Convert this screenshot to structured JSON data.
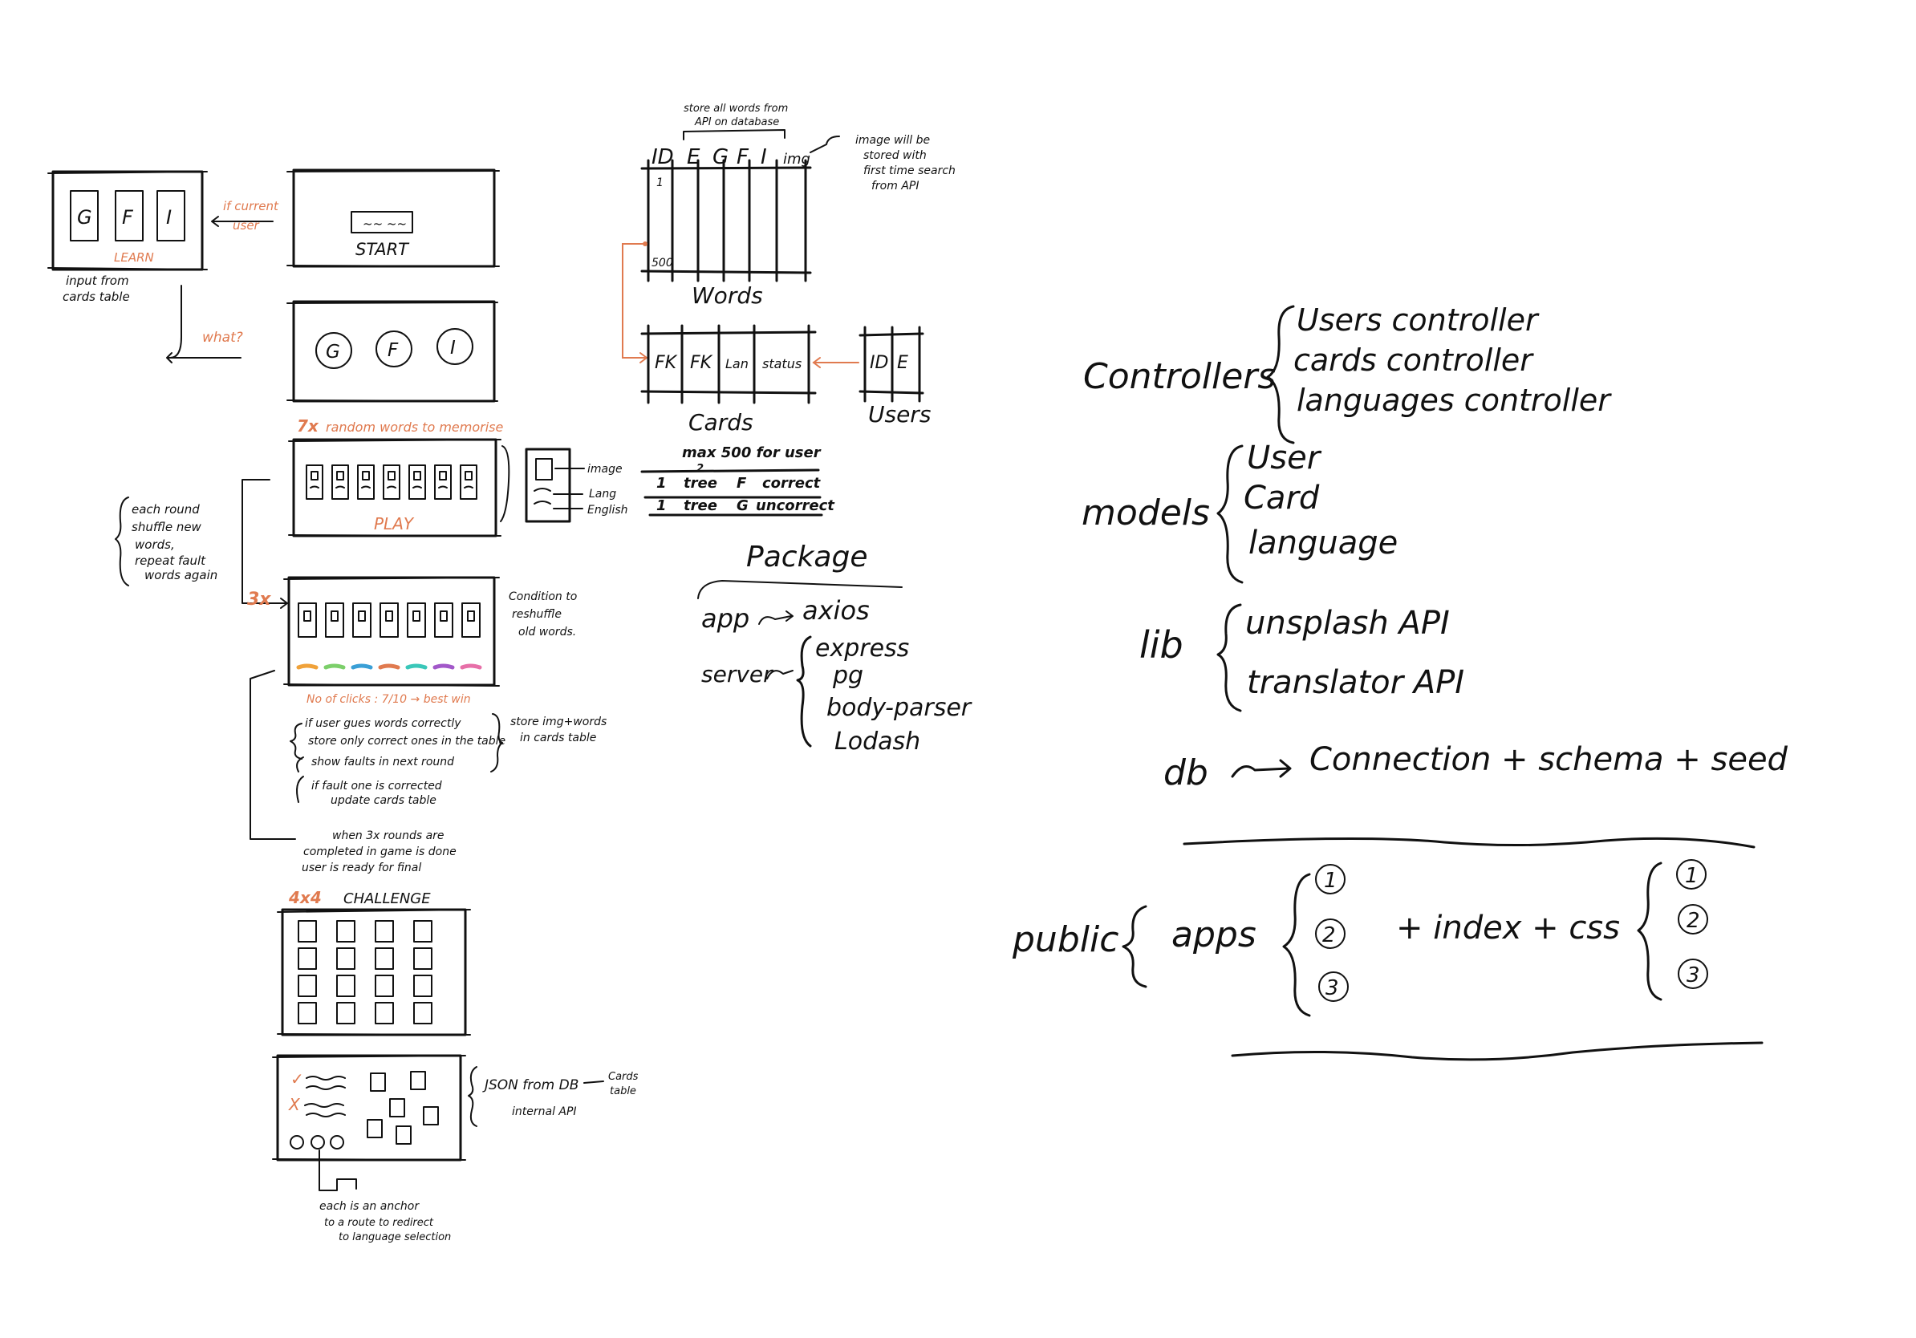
{
  "learn_screen": {
    "cards": [
      "G",
      "F",
      "I"
    ],
    "label": "LEARN",
    "note_line1": "input from",
    "note_line2": "cards table"
  },
  "start_screen": {
    "label": "START",
    "button_text": "~~ ~~",
    "arrow_note_line1": "if current",
    "arrow_note_line2": "user"
  },
  "choose_screen": {
    "circles": [
      "G",
      "F",
      "I"
    ],
    "arrow_note": "what?"
  },
  "play_screen": {
    "header_count": "7x",
    "header_text": "random words to memorise",
    "label": "PLAY",
    "card_image": "image",
    "card_lang": "Lang",
    "card_english": "English"
  },
  "round_note": {
    "lines": [
      "each round",
      "shuffle new",
      "words,",
      "repeat fault",
      "words again"
    ],
    "repeat": "3x"
  },
  "colour_screen": {
    "condition_line1": "Condition to",
    "condition_line2": "reshuffle",
    "condition_line3": "old words.",
    "clicks": "No of clicks : 7/10 → best win",
    "card_colors": [
      "#a58bd6",
      "#f0c06a",
      "#7ccf6a",
      "#f0a23a",
      "#3a7fd6",
      "#f4a8a8",
      "#e07a4f"
    ],
    "dash_colors": [
      "#f0a23a",
      "#7ccf6a",
      "#3a9fd6",
      "#e07a4f",
      "#3ac7b9",
      "#a258c9",
      "#e76fa8"
    ]
  },
  "rules": {
    "r1": "if user gues words correctly",
    "r2": "store only correct ones in the table",
    "r3": "show faults in next round",
    "r4_line1": "if fault one is corrected",
    "r4_line2": "update cards table",
    "store_line1": "store img+words",
    "store_line2": "in cards table",
    "done_line1": "when 3x rounds are",
    "done_line2": "completed in game is done",
    "done_line3": "user is ready for final"
  },
  "challenge": {
    "prefix": "4x4",
    "title": "CHALLENGE",
    "tile_colors": [
      "#b9c6e8",
      "#f4b8a8",
      "#e8a8c6",
      "#b8e0c0",
      "#f0d088",
      "",
      "#d8b8e8",
      "#b8e0e8",
      "",
      "",
      "",
      "#f4d098",
      "#a8c8f0",
      "#c8e8a8",
      "#f4c0a8",
      ""
    ]
  },
  "final_screen": {
    "check": "✓",
    "cross": "X",
    "json_note": "JSON from DB",
    "cards_table_line1": "Cards",
    "cards_table_line2": "table",
    "internal_api": "internal API",
    "anchor_line1": "each is an anchor",
    "anchor_line2": "to a route to redirect",
    "anchor_line3": "to language selection"
  },
  "words_table": {
    "top_note_line1": "store all words from",
    "top_note_line2": "API on database",
    "columns": [
      "ID",
      "E",
      "G",
      "F",
      "I",
      "img"
    ],
    "row_first": "1",
    "row_last": "500",
    "name": "Words",
    "img_note_line1": "image will be",
    "img_note_line2": "stored with",
    "img_note_line3": "first time search",
    "img_note_line4": "from API"
  },
  "cards_table": {
    "columns": [
      "FK",
      "FK",
      "Lan",
      "status"
    ],
    "name": "Cards",
    "max_note": "max 500 for user",
    "row1": {
      "id": "1",
      "key": "2",
      "lang": "F",
      "status": "correct",
      "sup": "2"
    },
    "row1_text": "tree",
    "row2": {
      "id": "1",
      "lang": "G",
      "status": "uncorrect"
    },
    "row2_text": "tree"
  },
  "users_table": {
    "columns": [
      "ID",
      "E"
    ],
    "name": "Users"
  },
  "package": {
    "title": "Package",
    "app": "app",
    "app_dep": "axios",
    "server": "server",
    "server_deps": [
      "express",
      "pg",
      "body-parser",
      "Lodash"
    ]
  },
  "structure": {
    "controllers": {
      "label": "Controllers",
      "items": [
        "Users controller",
        "cards controller",
        "languages controller"
      ]
    },
    "models": {
      "label": "models",
      "items": [
        "User",
        "Card",
        "language"
      ]
    },
    "lib": {
      "label": "lib",
      "items": [
        "unsplash API",
        "translator API"
      ]
    },
    "db": {
      "label": "db",
      "text": "Connection + schema + seed"
    },
    "public": {
      "label": "public",
      "apps": "apps",
      "app_items": [
        "1",
        "2",
        "3"
      ],
      "middle": "+ index + css",
      "css_items": [
        "1",
        "2",
        "3"
      ]
    }
  }
}
